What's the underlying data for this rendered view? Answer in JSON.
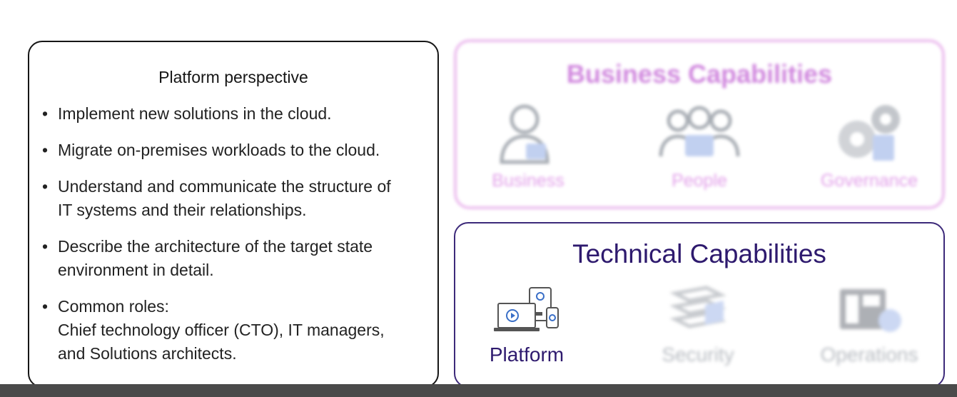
{
  "left_panel": {
    "title": "Platform perspective",
    "bullets": [
      {
        "lines": [
          "Implement new solutions in the cloud."
        ]
      },
      {
        "lines": [
          "Migrate on-premises workloads to the cloud."
        ]
      },
      {
        "lines": [
          "Understand and communicate the structure of",
          "IT systems and their relationships."
        ]
      },
      {
        "lines": [
          "Describe the architecture of the target state",
          "environment in detail."
        ]
      },
      {
        "lines": [
          "Common roles:",
          "Chief technology officer (CTO), IT managers,",
          "and Solutions architects."
        ]
      }
    ]
  },
  "business_capabilities": {
    "title": "Business Capabilities",
    "items": [
      {
        "label": "Business",
        "icon": "business-person-icon"
      },
      {
        "label": "People",
        "icon": "people-group-icon"
      },
      {
        "label": "Governance",
        "icon": "governance-gears-icon"
      }
    ],
    "accent_color": "#c872d8"
  },
  "technical_capabilities": {
    "title": "Technical Capabilities",
    "items": [
      {
        "label": "Platform",
        "icon": "devices-platform-icon",
        "highlighted": true
      },
      {
        "label": "Security",
        "icon": "security-layers-icon",
        "highlighted": false
      },
      {
        "label": "Operations",
        "icon": "operations-dashboard-icon",
        "highlighted": false
      }
    ],
    "accent_color": "#2e1a6e"
  }
}
